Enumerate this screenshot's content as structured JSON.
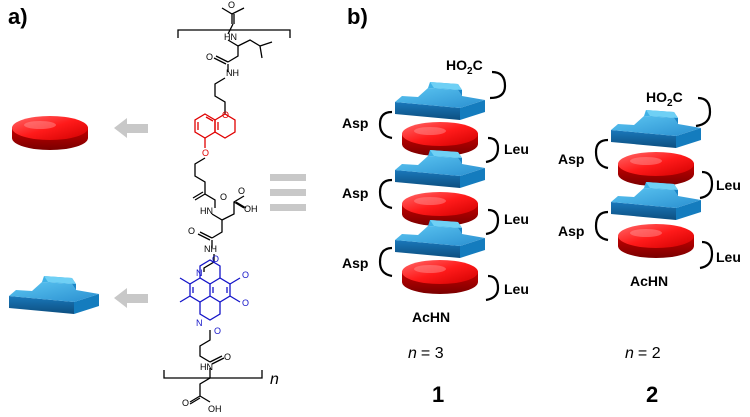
{
  "panels": {
    "a_label": "a)",
    "b_label": "b)"
  },
  "monomer": {
    "top_groups": [
      "O",
      "HN",
      "O",
      "NH"
    ],
    "linker_atoms": [
      "O",
      "O"
    ],
    "asp_groups": [
      "O",
      "HN",
      "O",
      "OH",
      "O",
      "NH"
    ],
    "ndi_groups": [
      "O",
      "N",
      "O",
      "O",
      "N",
      "O"
    ],
    "bottom_groups": [
      "O",
      "HN",
      "O",
      "OH"
    ],
    "repeat_label": "n"
  },
  "equals_icon": "triple-bar-icon",
  "arrow_icon": "left-arrow-icon",
  "colors": {
    "red_disc": "#e8141a",
    "blue_block": "#1c86c8",
    "arrow_gray": "#c8c8c8",
    "dan_red": "#e00000",
    "ndi_blue": "#1414c8"
  },
  "foldamer_1": {
    "c_term": "HO2C",
    "asp_labels": [
      "Asp",
      "Asp",
      "Asp"
    ],
    "leu_labels": [
      "Leu",
      "Leu",
      "Leu"
    ],
    "n_term": "AcHN",
    "n_text": "n",
    "n_value": "= 3",
    "compound": "1"
  },
  "foldamer_2": {
    "c_term": "HO2C",
    "asp_labels": [
      "Asp",
      "Asp"
    ],
    "leu_labels": [
      "Leu",
      "Leu"
    ],
    "n_term": "AcHN",
    "n_text": "n",
    "n_value": "= 2",
    "compound": "2"
  }
}
